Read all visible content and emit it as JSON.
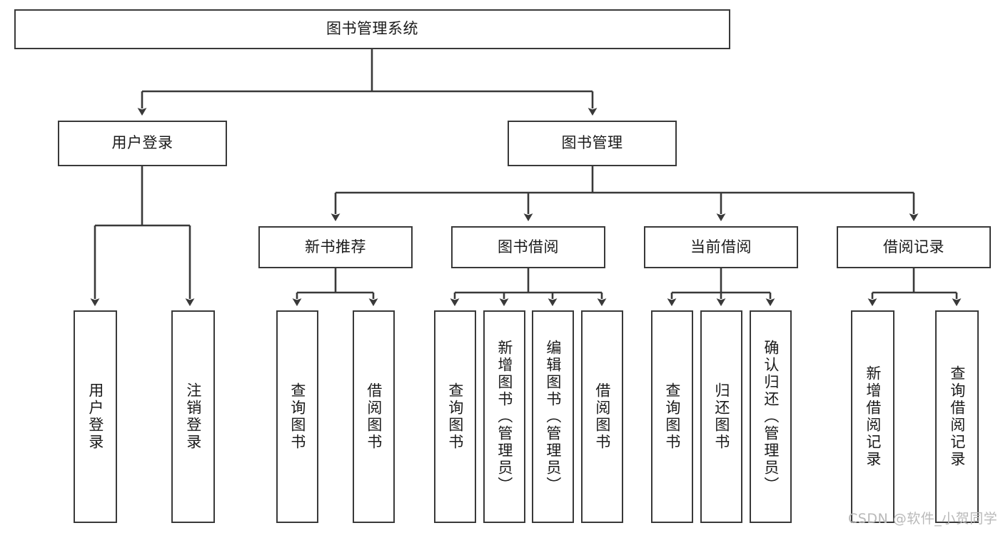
{
  "diagram": {
    "type": "tree-hierarchy",
    "title": "图书管理系统",
    "watermark": "CSDN @软件_小贺同学",
    "colors": {
      "stroke": "#393939",
      "box_fill": "#ffffff",
      "text": "#1a1a1a",
      "watermark": "#b9b9b9",
      "background": "#ffffff"
    },
    "levels": {
      "root": {
        "label": "图书管理系统"
      },
      "level2": [
        {
          "label": "用户登录"
        },
        {
          "label": "图书管理"
        }
      ],
      "level3": [
        {
          "label": "新书推荐"
        },
        {
          "label": "图书借阅"
        },
        {
          "label": "当前借阅"
        },
        {
          "label": "借阅记录"
        }
      ]
    },
    "leaves": {
      "user_login": [
        {
          "label": "用户登录"
        },
        {
          "label": "注销登录"
        }
      ],
      "new_book_recommend": [
        {
          "label": "查询图书"
        },
        {
          "label": "借阅图书"
        }
      ],
      "book_borrow": [
        {
          "label": "查询图书"
        },
        {
          "label": "新增图书（管理员）"
        },
        {
          "label": "编辑图书（管理员）"
        },
        {
          "label": "借阅图书"
        }
      ],
      "current_borrow": [
        {
          "label": "查询图书"
        },
        {
          "label": "归还图书"
        },
        {
          "label": "确认归还（管理员）"
        }
      ],
      "borrow_record": [
        {
          "label": "新增借阅记录"
        },
        {
          "label": "查询借阅记录"
        }
      ]
    }
  }
}
